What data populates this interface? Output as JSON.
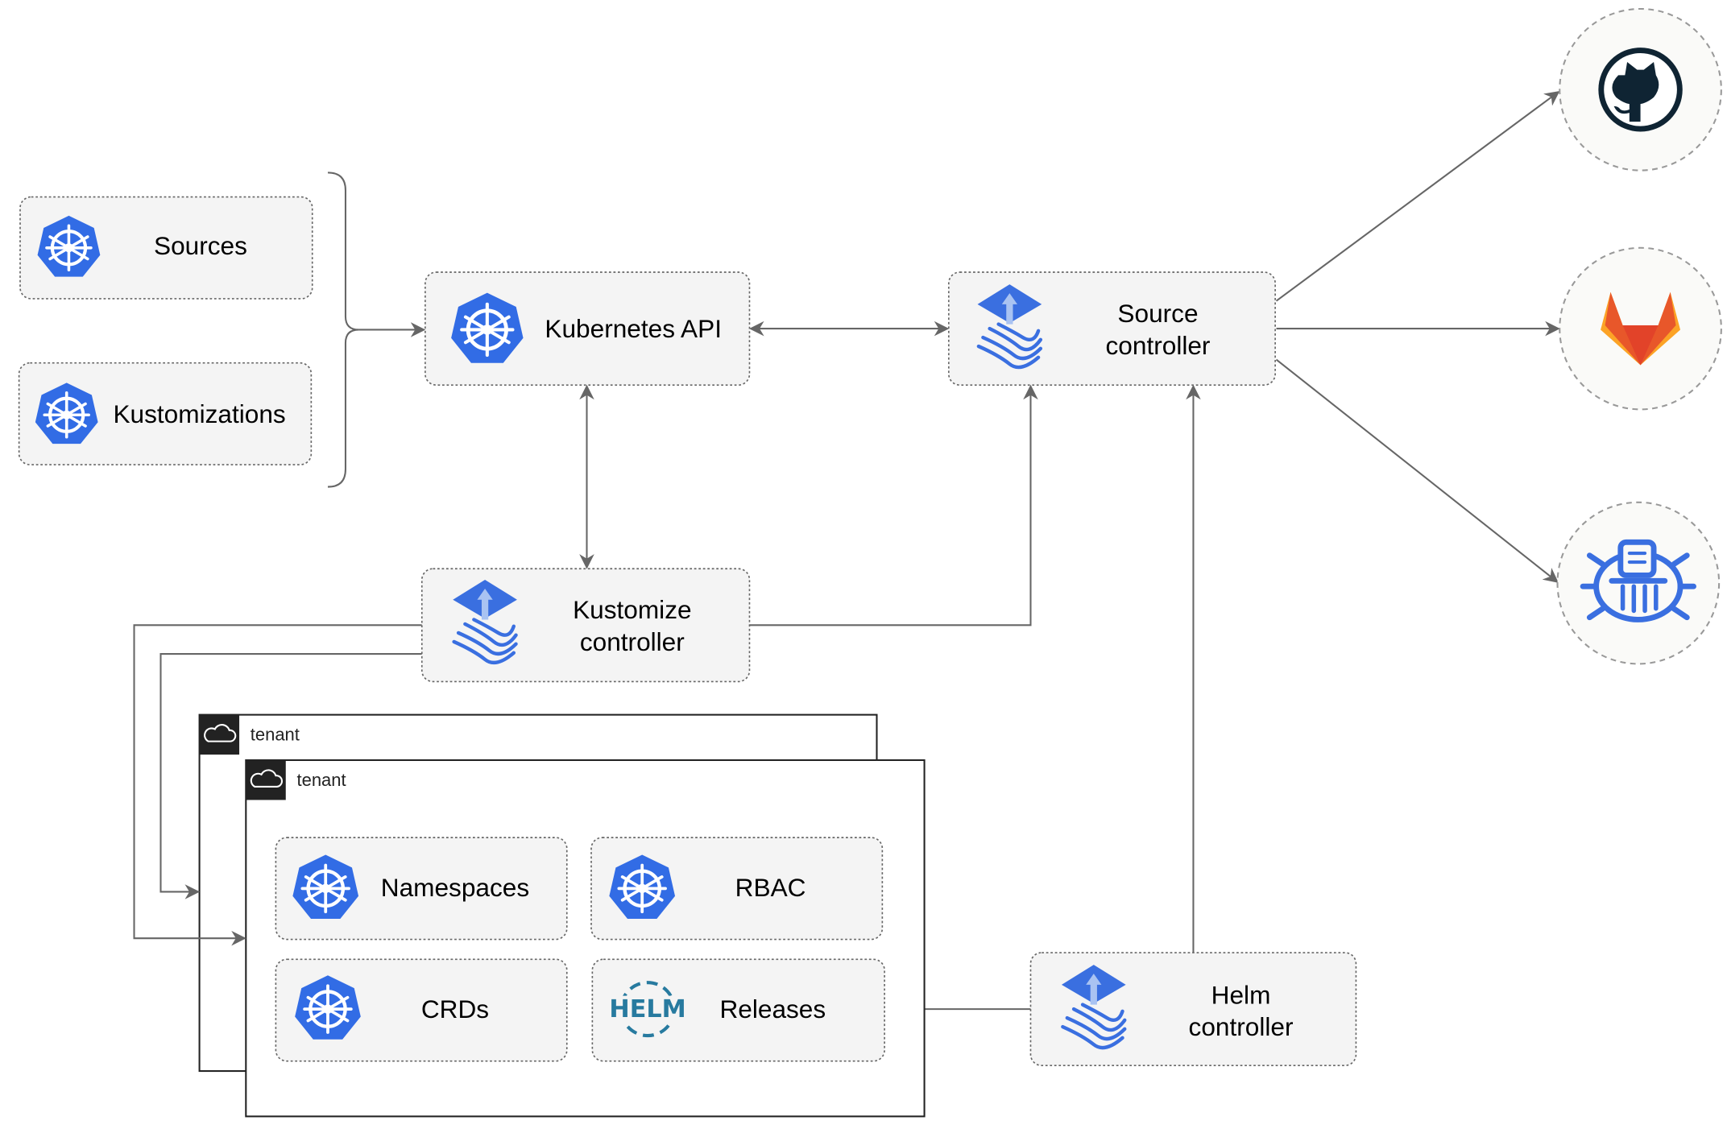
{
  "nodes": {
    "sources": "Sources",
    "kustomizations": "Kustomizations",
    "kubernetes_api": "Kubernetes API",
    "source_controller": [
      "Source",
      "controller"
    ],
    "kustomize_controller": [
      "Kustomize",
      "controller"
    ],
    "helm_controller": [
      "Helm",
      "controller"
    ],
    "namespaces": "Namespaces",
    "rbac": "RBAC",
    "crds": "CRDs",
    "releases": "Releases",
    "helm_logo_text": "HELM"
  },
  "tenants": [
    {
      "label": "tenant",
      "icon": "cloud-icon"
    },
    {
      "label": "tenant",
      "icon": "cloud-icon"
    }
  ],
  "external_sources": [
    {
      "icon": "github-icon"
    },
    {
      "icon": "gitlab-icon"
    },
    {
      "icon": "harbor-registry-icon"
    }
  ],
  "colors": {
    "kubernetes_blue": "#326ce5",
    "flux_blue": "#3a6fe0",
    "helm_blue": "#277a9f",
    "github_dark": "#0f2433",
    "gitlab_orange": "#e8572a",
    "gitlab_yellow": "#fca326"
  }
}
